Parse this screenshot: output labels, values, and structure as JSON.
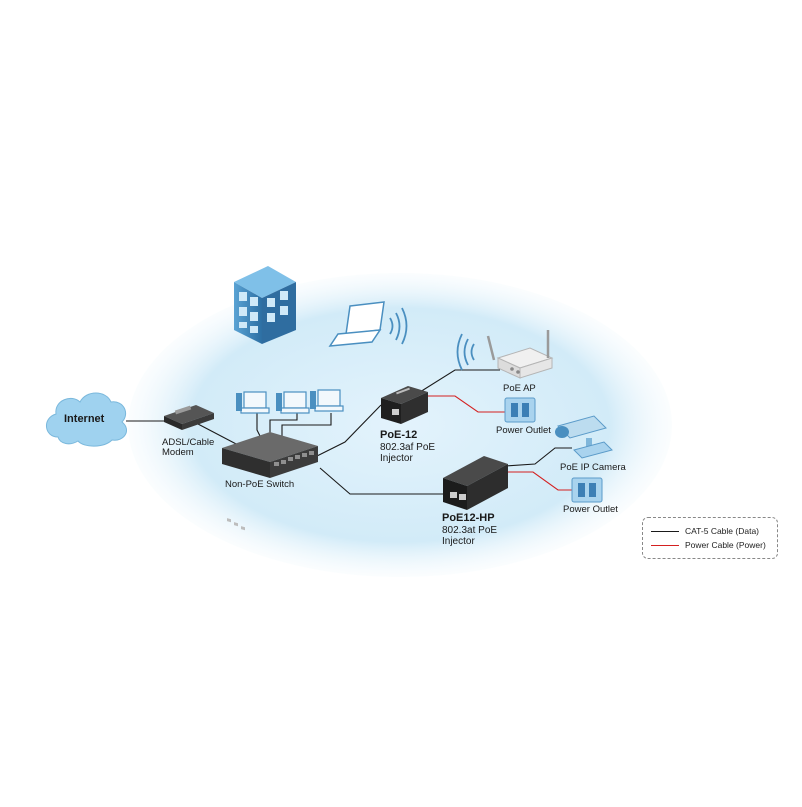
{
  "nodes": {
    "internet": "Internet",
    "modem": [
      "ADSL/Cable",
      "Modem"
    ],
    "switch": "Non-PoE Switch",
    "poe12": {
      "name": "PoE-12",
      "line1": "802.3af PoE",
      "line2": "Injector"
    },
    "poe12hp": {
      "name": "PoE12-HP",
      "line1": "802.3at PoE",
      "line2": "Injector"
    },
    "poe_ap": "PoE AP",
    "power_outlet_1": "Power Outlet",
    "ip_camera": "PoE IP Camera",
    "power_outlet_2": "Power Outlet"
  },
  "legend": {
    "data": {
      "label": "CAT-5 Cable (Data)",
      "color": "#1a1a1a"
    },
    "power": {
      "label": "Power Cable (Power)",
      "color": "#d42020"
    }
  },
  "colors": {
    "zone": "#cfeaf8",
    "cloud": "#9fd2ef",
    "device_dark": "#2c2c2c",
    "building": "#4a8fc0",
    "outlet": "#a9d3ee"
  }
}
